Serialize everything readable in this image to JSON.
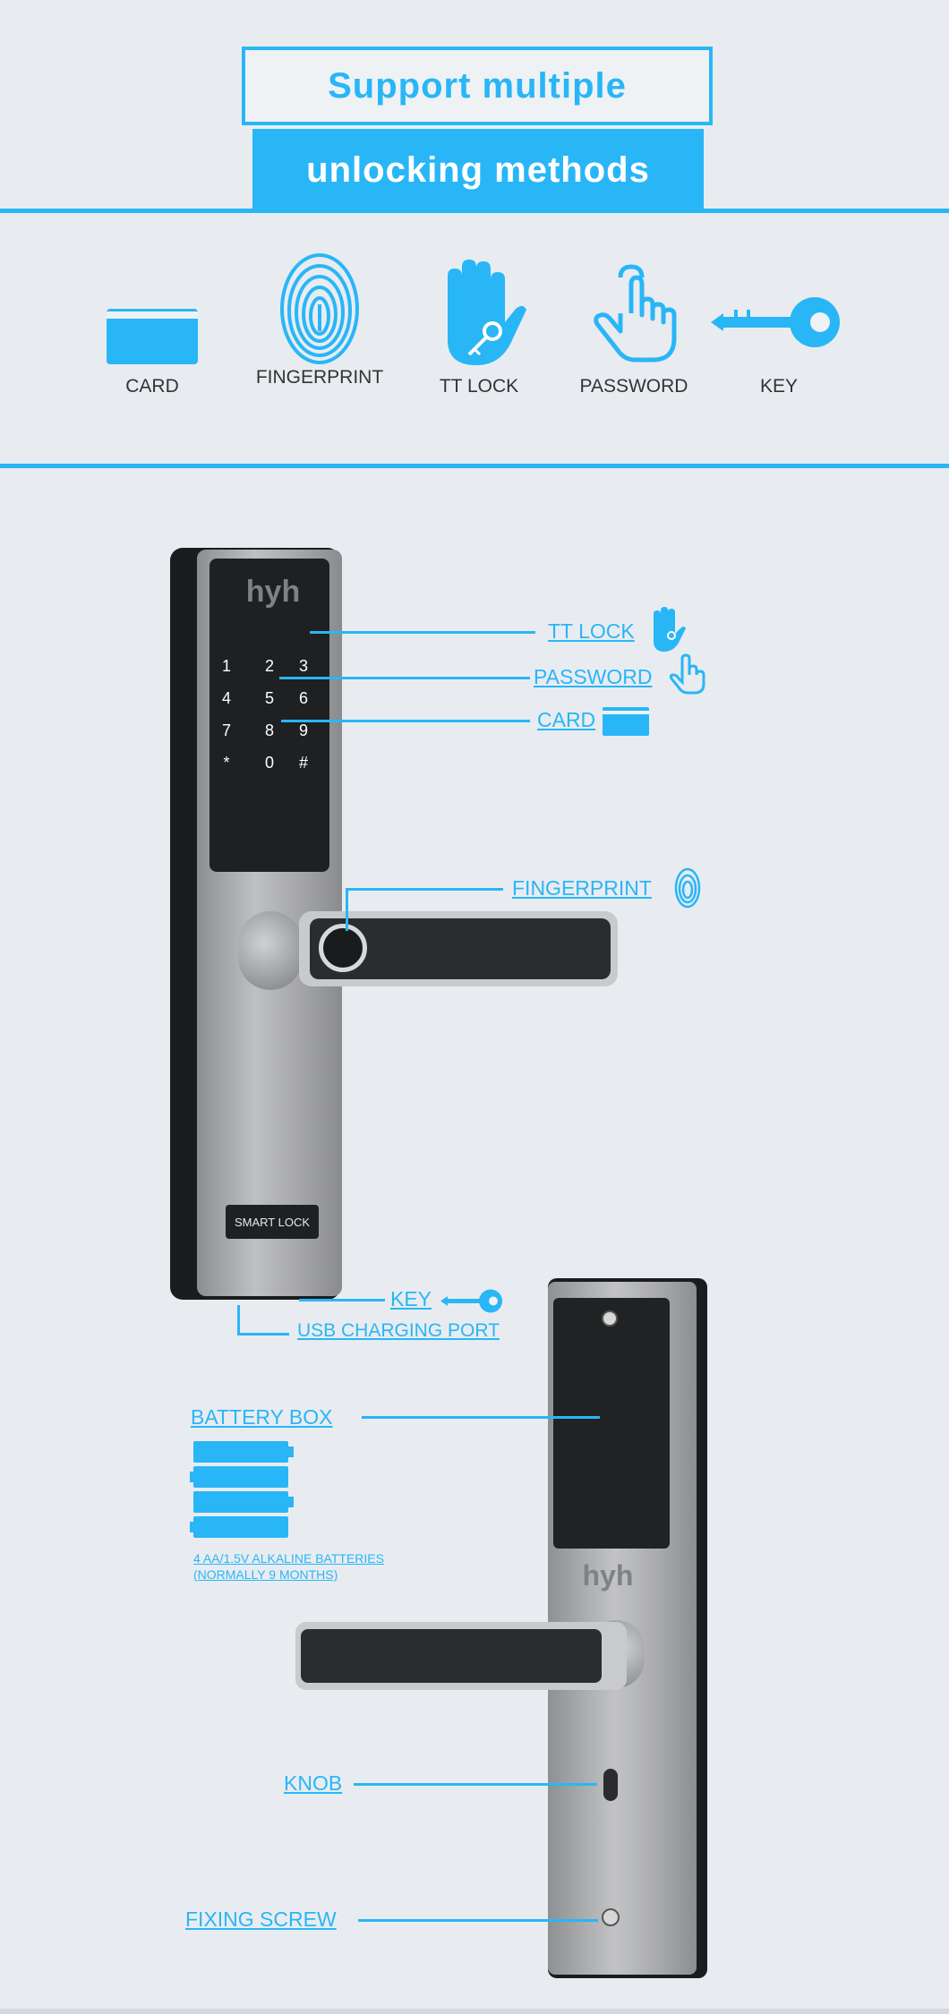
{
  "header": {
    "title_line1": "Support multiple",
    "title_line2": "unlocking methods"
  },
  "methods": [
    {
      "label": "CARD",
      "icon": "card-icon"
    },
    {
      "label": "FINGERPRINT",
      "icon": "fingerprint-icon"
    },
    {
      "label": "TT LOCK",
      "icon": "hand-key-icon"
    },
    {
      "label": "PASSWORD",
      "icon": "touch-hand-icon"
    },
    {
      "label": "KEY",
      "icon": "key-icon"
    }
  ],
  "front_lock": {
    "brand": "hyh",
    "keypad": [
      "1",
      "2",
      "3",
      "4",
      "5",
      "6",
      "7",
      "8",
      "9",
      "*",
      "0",
      "#"
    ],
    "badge": "SMART LOCK"
  },
  "callouts": {
    "tt_lock": "TT LOCK",
    "password": "PASSWORD",
    "card": "CARD",
    "fingerprint": "FINGERPRINT",
    "key": "KEY",
    "usb": "USB CHARGING PORT",
    "battery_box": "BATTERY BOX",
    "battery_note_1": "4 AA/1.5V ALKALINE BATTERIES",
    "battery_note_2": "(NORMALLY 9 MONTHS)",
    "knob": "KNOB",
    "fixing_screw": "FIXING SCREW"
  },
  "back_lock": {
    "brand": "hyh"
  },
  "colors": {
    "accent": "#29b6f6",
    "background": "#e8ecf1",
    "panel_dark": "#1e2022",
    "metal": "#a8a9ab"
  }
}
